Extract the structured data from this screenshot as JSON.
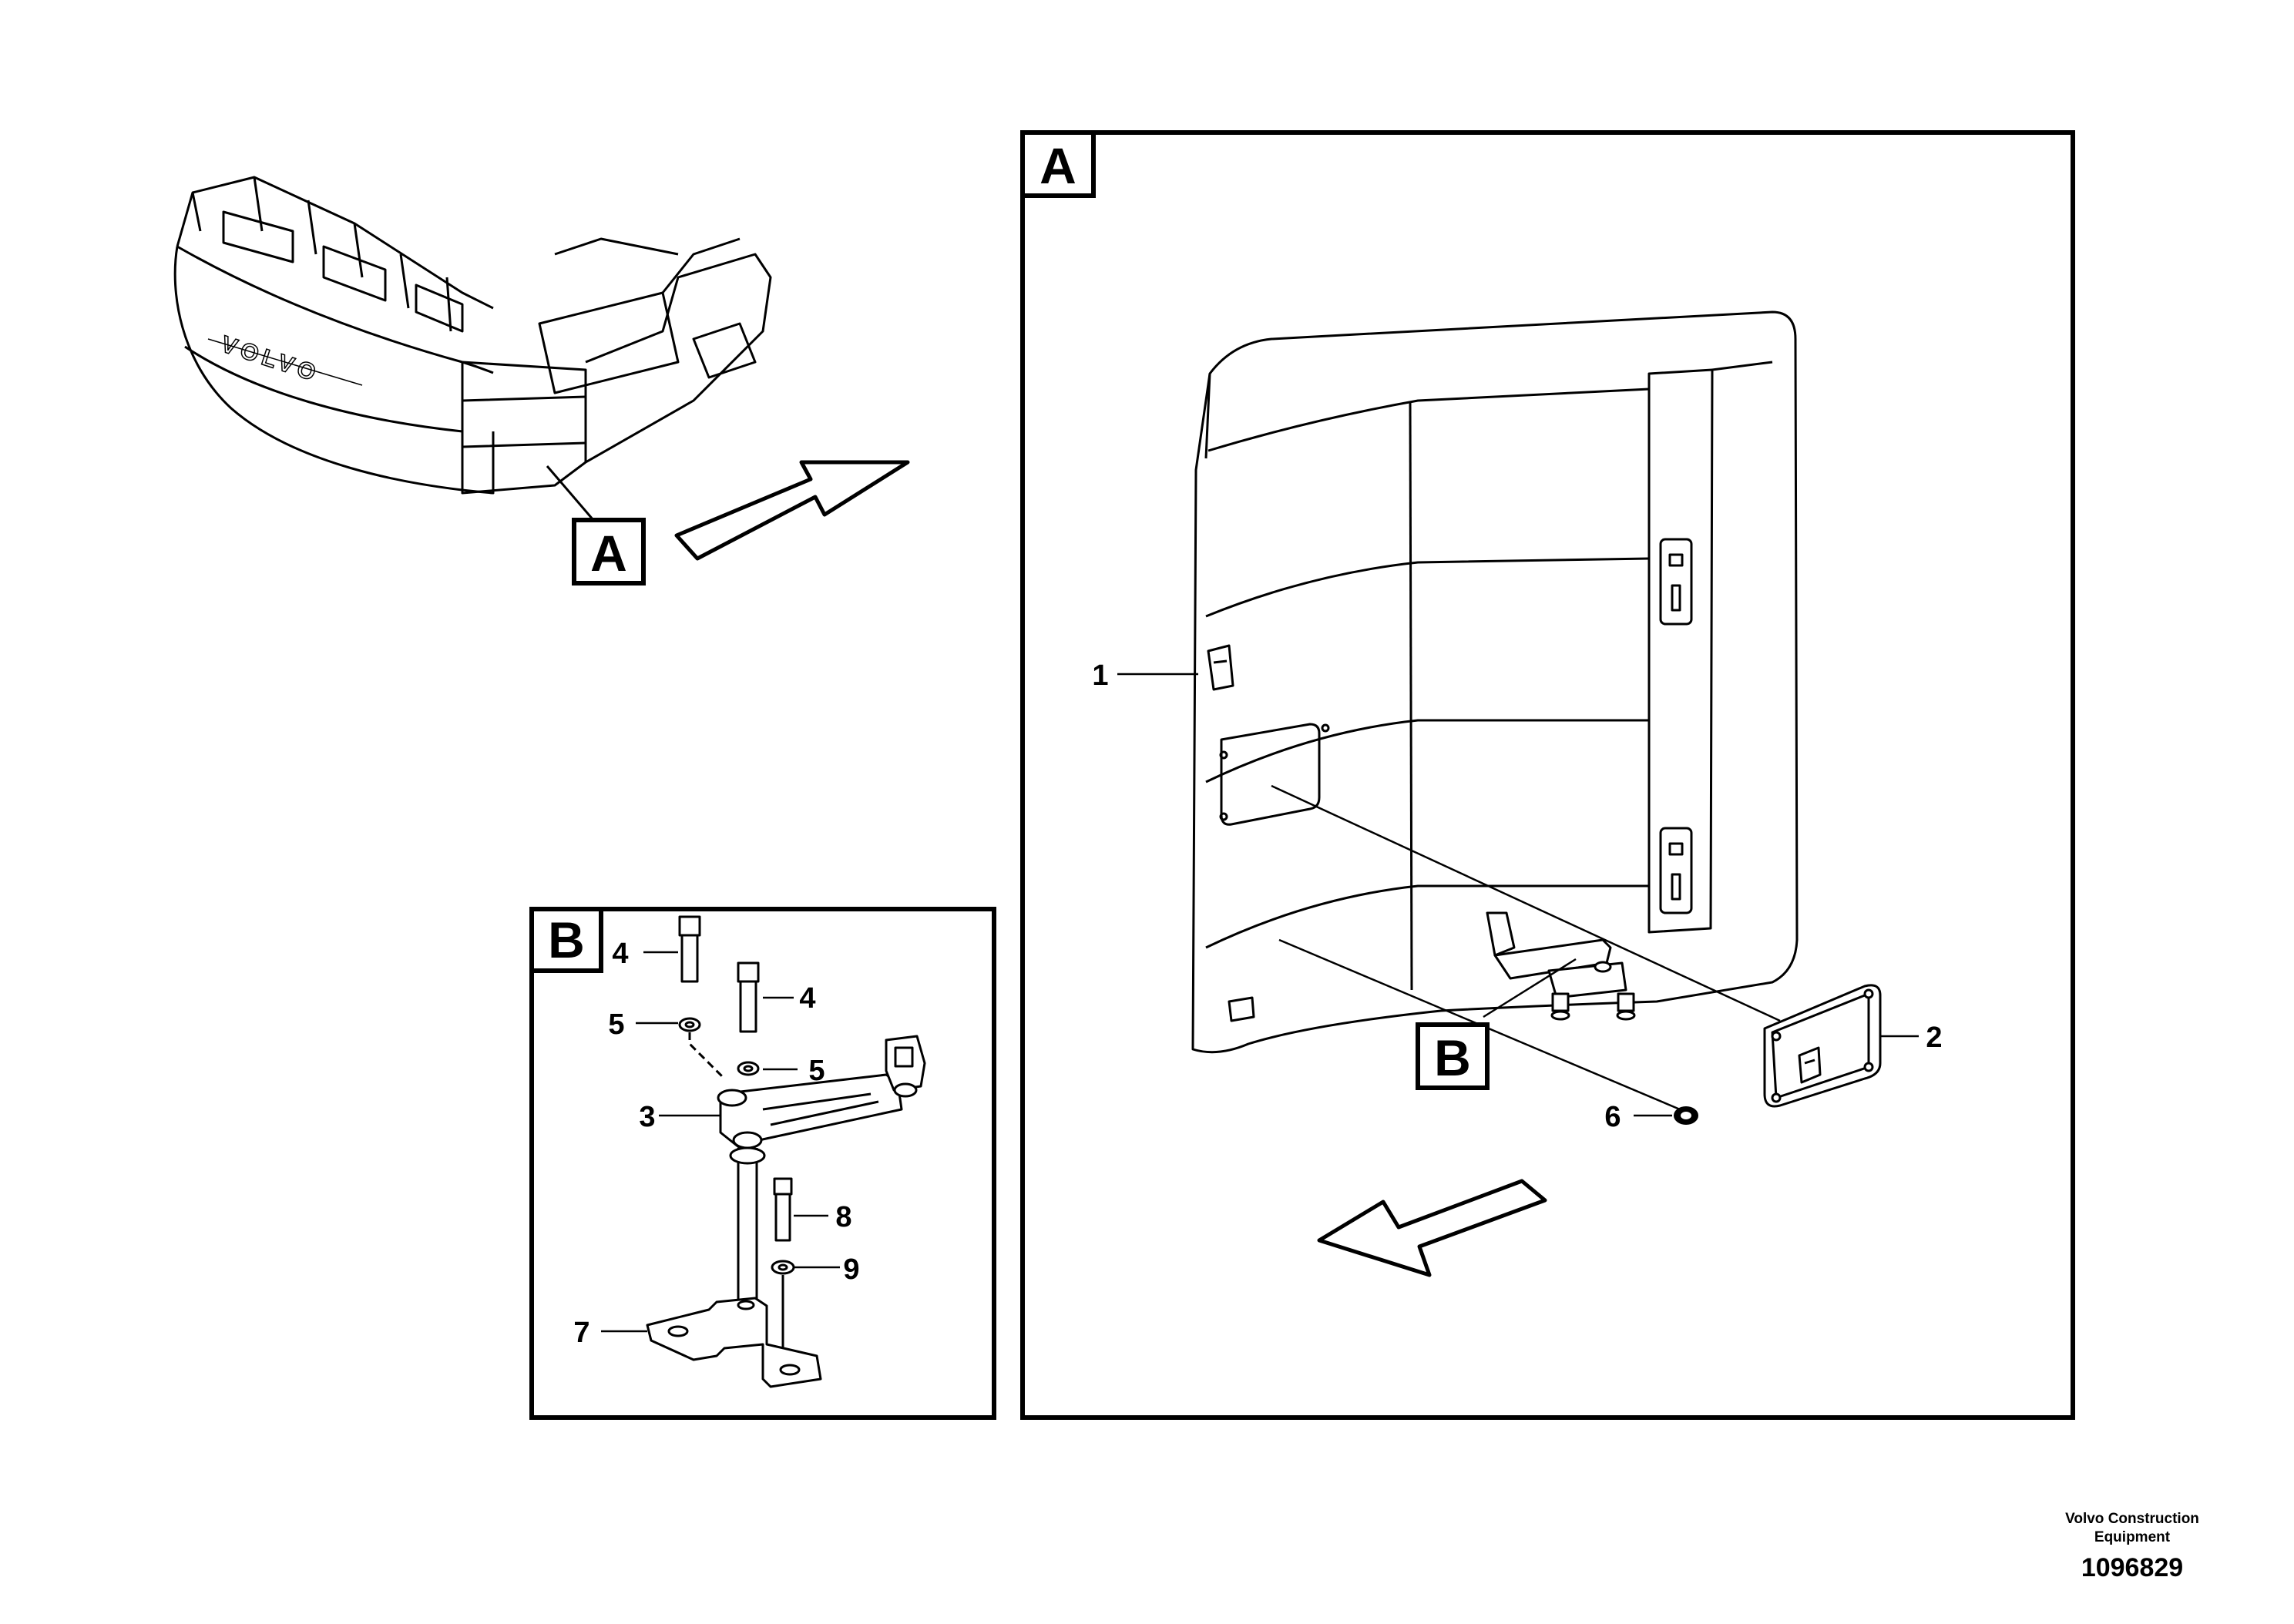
{
  "frames": {
    "detail_a_label": "A",
    "detail_b_label": "B",
    "overview_ref_label": "A",
    "detail_a_ref_label": "B"
  },
  "overview": {
    "brand_lettering": "VOLVO"
  },
  "callouts": [
    {
      "id": "1",
      "text": "1"
    },
    {
      "id": "2",
      "text": "2"
    },
    {
      "id": "3",
      "text": "3"
    },
    {
      "id": "4a",
      "text": "4"
    },
    {
      "id": "4b",
      "text": "4"
    },
    {
      "id": "5a",
      "text": "5"
    },
    {
      "id": "5b",
      "text": "5"
    },
    {
      "id": "6",
      "text": "6"
    },
    {
      "id": "7",
      "text": "7"
    },
    {
      "id": "8",
      "text": "8"
    },
    {
      "id": "9",
      "text": "9"
    }
  ],
  "footer": {
    "company": "Volvo Construction\nEquipment",
    "drawing_number": "1096829"
  }
}
